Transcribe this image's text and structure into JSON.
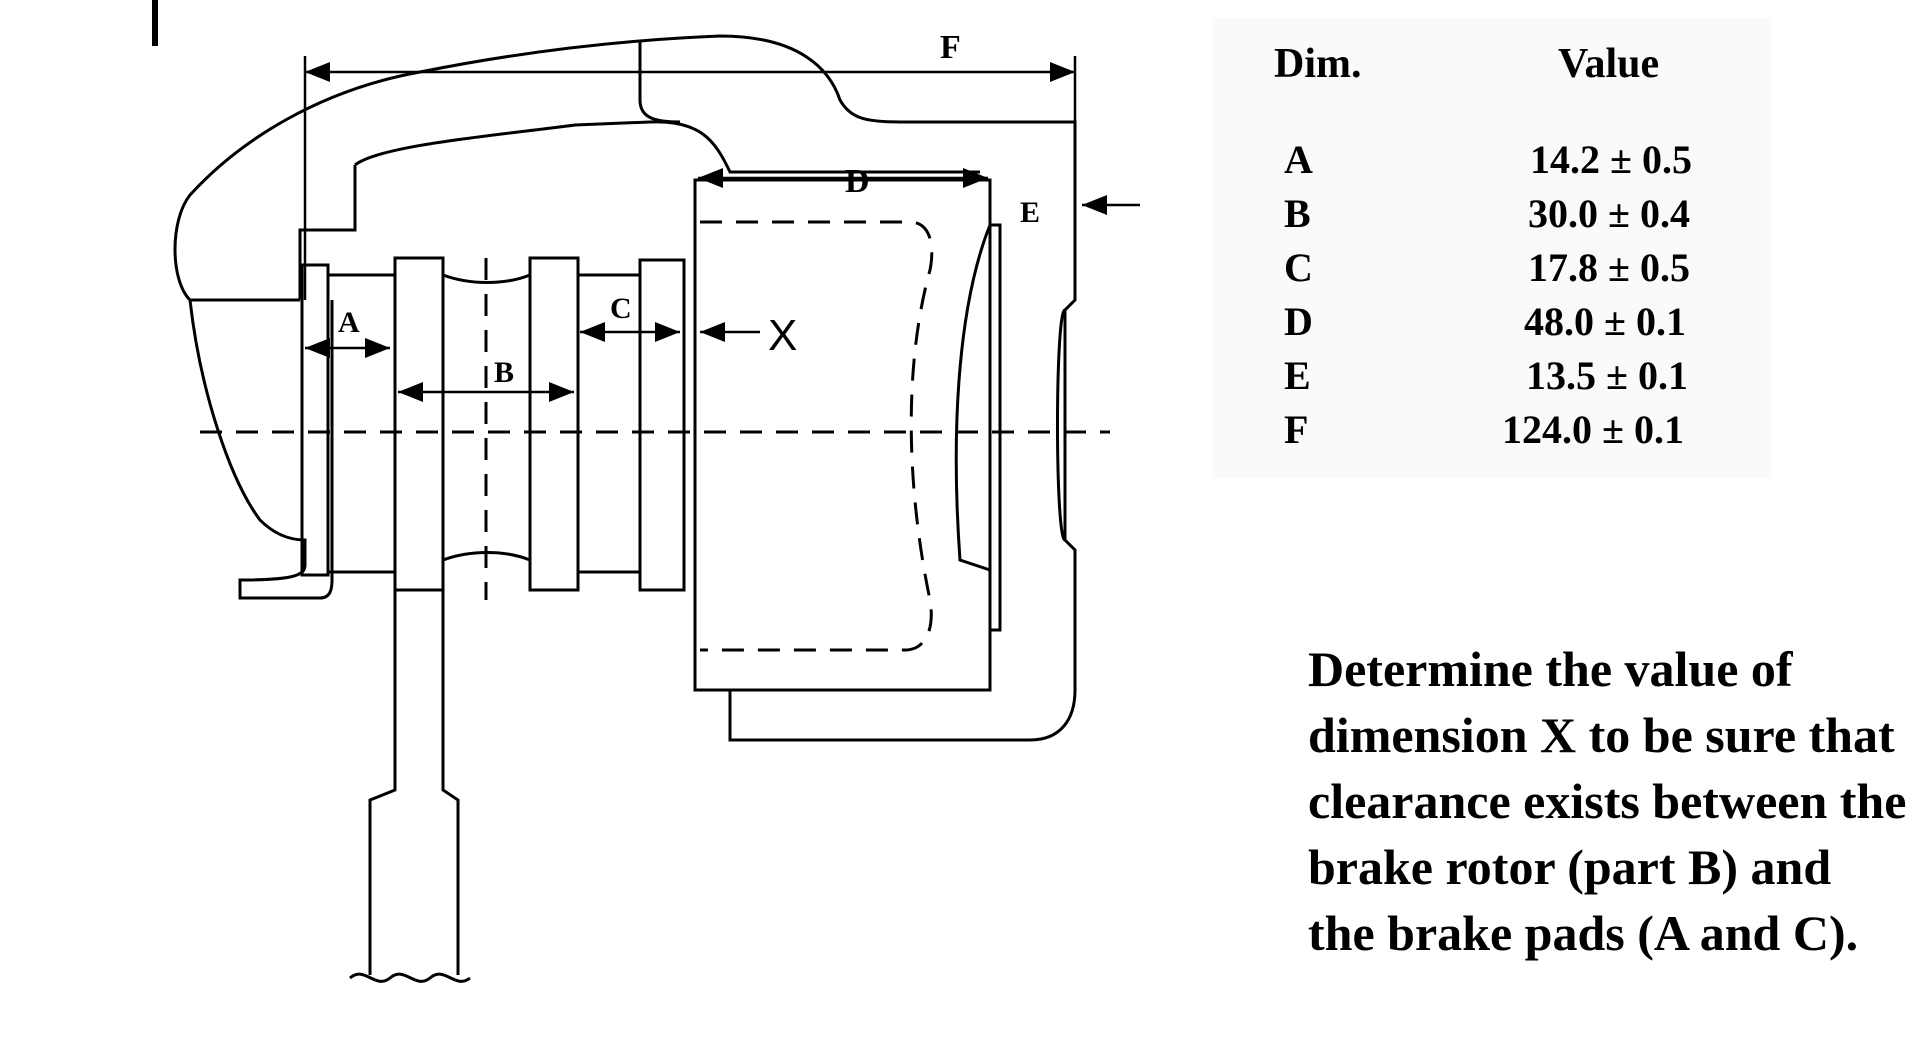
{
  "diagram": {
    "labels": {
      "A": "A",
      "B": "B",
      "C": "C",
      "D": "D",
      "E": "E",
      "F": "F",
      "X": "X"
    }
  },
  "table": {
    "header_dim": "Dim.",
    "header_value": "Value",
    "rows": [
      {
        "dim": "A",
        "value": "14.2 ± 0.5"
      },
      {
        "dim": "B",
        "value": "30.0 ± 0.4"
      },
      {
        "dim": "C",
        "value": "17.8 ± 0.5"
      },
      {
        "dim": "D",
        "value": "48.0 ± 0.1"
      },
      {
        "dim": "E",
        "value": "13.5 ± 0.1"
      },
      {
        "dim": "F",
        "value": "124.0 ± 0.1"
      }
    ]
  },
  "question": {
    "text": "Determine the value of dimension X to be sure that clearance exists between the brake rotor (part B) and the brake pads (A and C)."
  }
}
